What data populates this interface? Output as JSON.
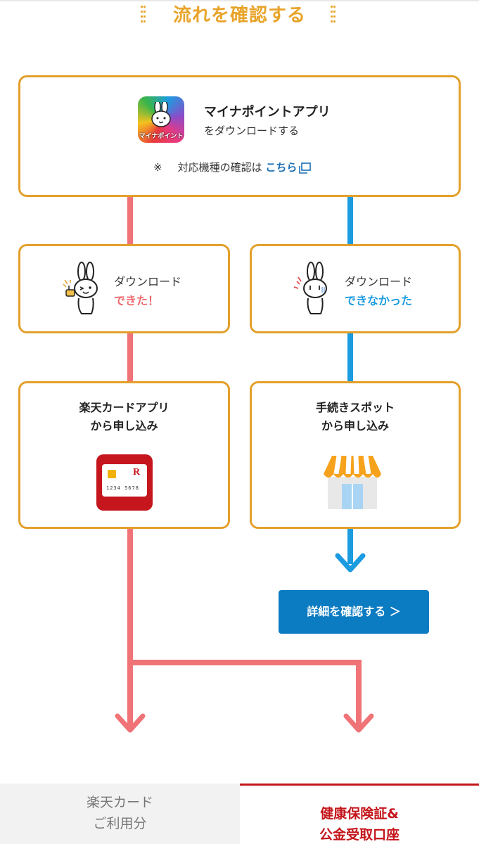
{
  "section": {
    "title": "流れを確認する"
  },
  "app": {
    "title": "マイナポイントアプリ",
    "subtitle": "をダウンロードする",
    "icon_label": "マイナポイント",
    "note_mark": "※",
    "note_text": "対応機種の確認は",
    "note_link": "こちら"
  },
  "branches": {
    "success": {
      "label": "ダウンロード",
      "status": "できた！"
    },
    "failure": {
      "label": "ダウンロード",
      "status": "できなかった"
    }
  },
  "options": {
    "card_app": {
      "line1": "楽天カードアプリ",
      "line2": "から申し込み",
      "card_number": "1234 5678",
      "card_logo": "R"
    },
    "spot": {
      "line1": "手続きスポット",
      "line2": "から申し込み"
    }
  },
  "detail_button": {
    "label": "詳細を確認する ＞"
  },
  "tabs": [
    {
      "line1": "楽天カード",
      "line2": "ご利用分",
      "active": false
    },
    {
      "line1": "健康保険証&",
      "line2": "公金受取口座",
      "active": true
    }
  ],
  "colors": {
    "accent": "#e3a02b",
    "success_line": "#f07377",
    "failure_line": "#1b9be0",
    "button": "#0b7bc2",
    "active_tab": "#c4161c"
  },
  "icons": [
    "external-link-icon",
    "rabbit-happy-icon",
    "rabbit-worried-icon",
    "credit-card-icon",
    "shop-icon",
    "arrow-down-icon"
  ]
}
